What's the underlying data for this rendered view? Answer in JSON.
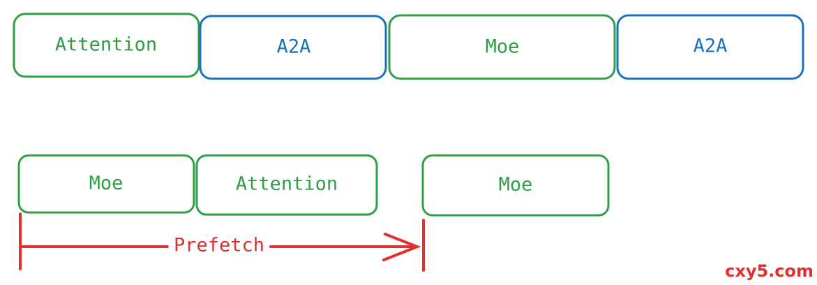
{
  "colors": {
    "compute": "#2f9e44",
    "communication": "#1971c2",
    "prefetch": "#e03131",
    "watermark": "#e03131"
  },
  "row1": {
    "blocks": [
      {
        "label": "Attention",
        "kind": "compute"
      },
      {
        "label": "A2A",
        "kind": "communication"
      },
      {
        "label": "Moe",
        "kind": "compute"
      },
      {
        "label": "A2A",
        "kind": "communication"
      }
    ]
  },
  "row2": {
    "blocks": [
      {
        "label": "Moe",
        "kind": "compute"
      },
      {
        "label": "Attention",
        "kind": "compute"
      },
      {
        "label": "Moe",
        "kind": "compute"
      }
    ]
  },
  "prefetch": {
    "label": "Prefetch"
  },
  "watermark": {
    "text": "cxy5.com"
  }
}
